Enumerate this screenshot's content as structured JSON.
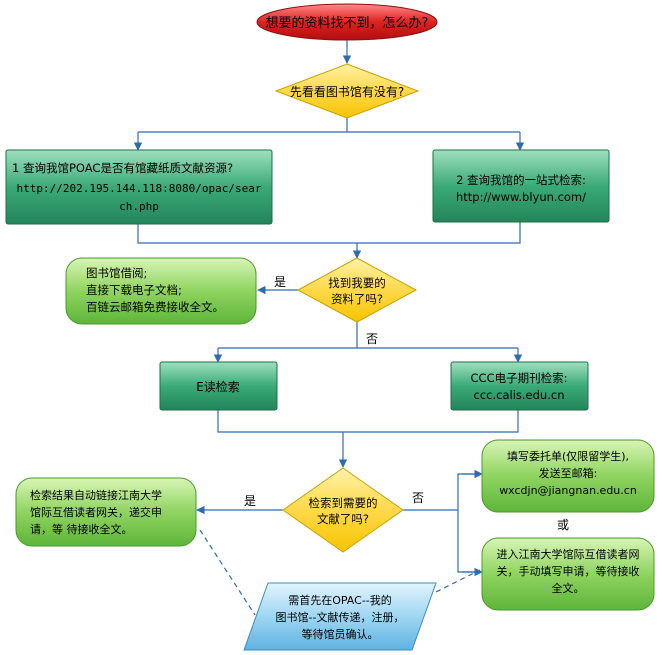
{
  "start": "想要的资料找不到，怎么办?",
  "decision1": "先看看图书馆有没有?",
  "box_opac": {
    "line1": "1 查询我馆POAC是否有馆藏纸质文献资源?",
    "line2": "http://202.195.144.118:8080/opac/sear",
    "line3": "ch.php"
  },
  "box_onestop": {
    "line1": "2 查询我馆的一站式检索:",
    "line2": "http://www.blyun.com/"
  },
  "decision2": {
    "line1": "找到我要的",
    "line2": "资料了吗?"
  },
  "label_yes1": "是",
  "label_no1": "否",
  "box_borrow": {
    "line1": "图书馆借阅;",
    "line2": "直接下载电子文档;",
    "line3": "百链云邮箱免费接收全文。"
  },
  "box_eread": "E读检索",
  "box_ccc": {
    "line1": "CCC电子期刊检索:",
    "line2": "ccc.calis.edu.cn"
  },
  "decision3": {
    "line1": "检索到需要的",
    "line2": "文献了吗?"
  },
  "label_yes2": "是",
  "label_no2": "否",
  "box_auto": {
    "line1": "检索结果自动链接江南大学",
    "line2": "馆际互借读者网关，递交申",
    "line3": "请，等  待接收全文。"
  },
  "box_email": {
    "line1": "填写委托单(仅限留学生),",
    "line2": "发送至邮箱:",
    "line3": "wxcdjn@jiangnan.edu.cn"
  },
  "label_or": "或",
  "box_gateway": {
    "line1": "进入江南大学馆际互借读者网",
    "line2": "关，手动填写申请，等待接收",
    "line3": "全文。"
  },
  "note": {
    "line1": "需首先在OPAC--我的",
    "line2": "图书馆--文献传递，注册，",
    "line3": "等待馆员确认。"
  },
  "colors": {
    "start_red": "#e02020",
    "decision_yellow": "#ffd94a",
    "process_green": "#3aaa78",
    "rounded_green": "#8fd460",
    "note_blue": "#9fd6f2",
    "connector_blue": "#2f6bb0"
  }
}
